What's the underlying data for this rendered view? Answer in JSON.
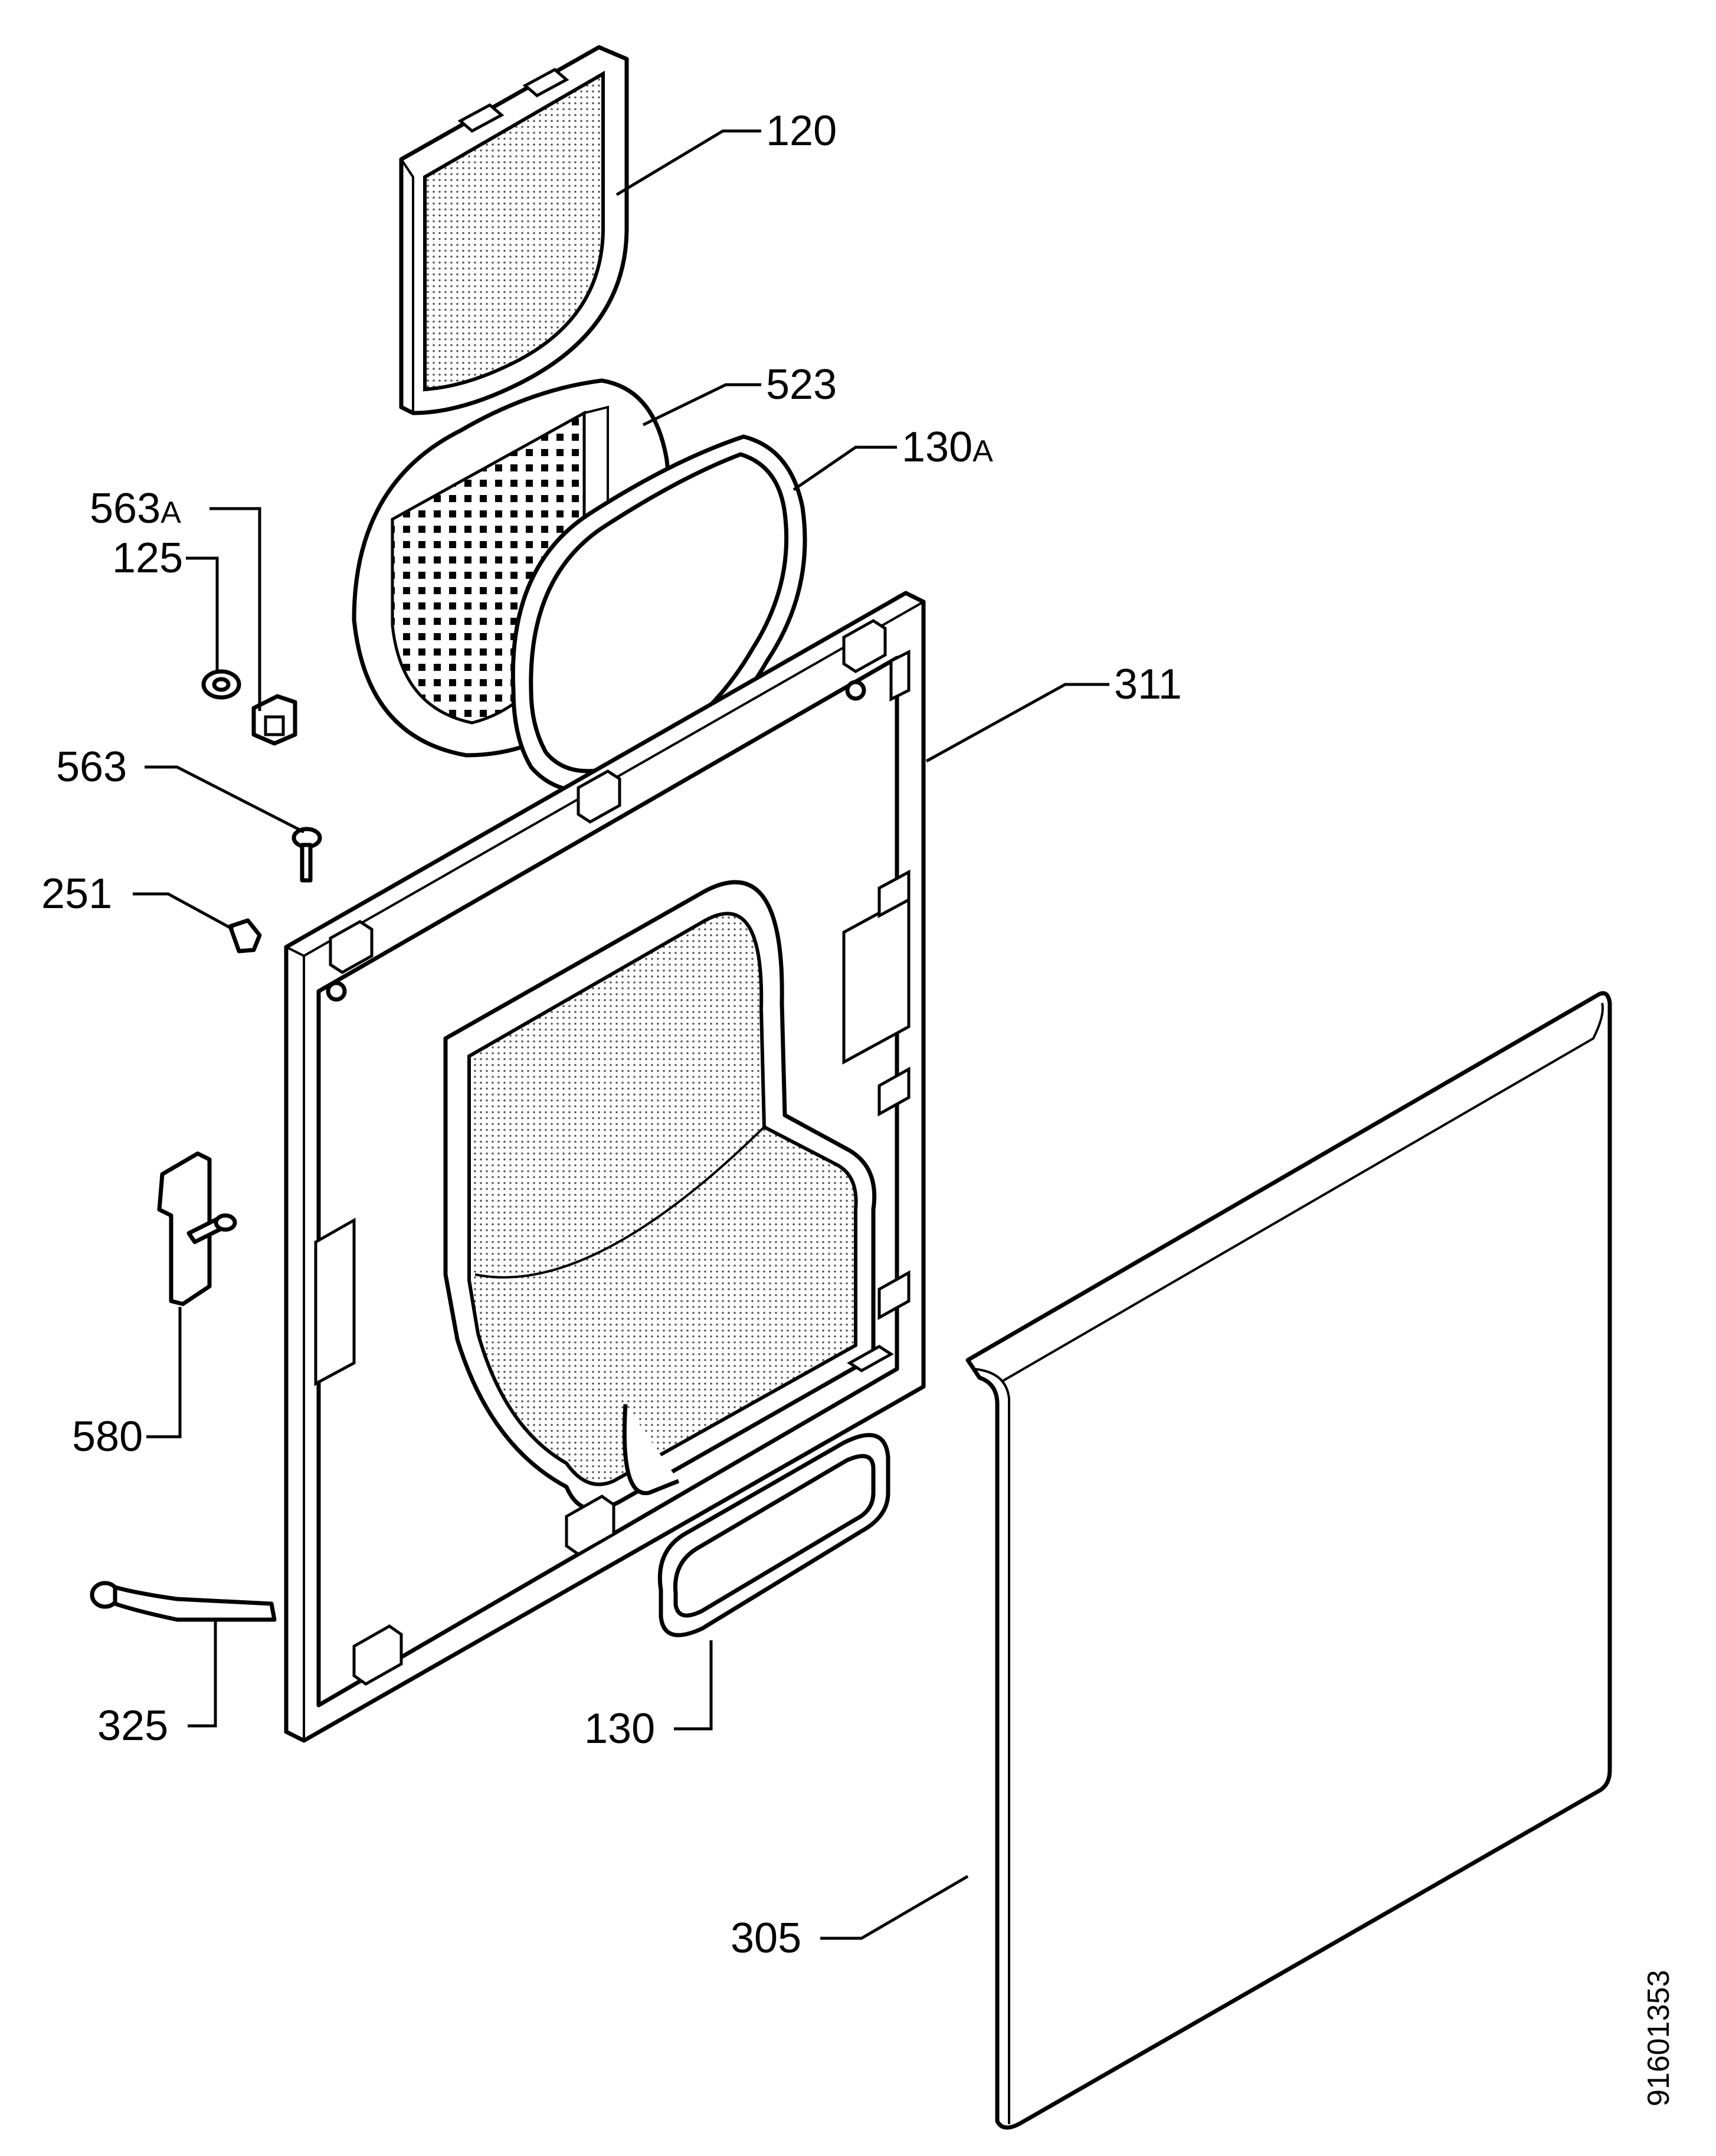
{
  "labels": {
    "p120": "120",
    "p523": "523",
    "p130a": "130",
    "p130a_suffix": "A",
    "p563a": "563",
    "p563a_suffix": "A",
    "p125": "125",
    "p311": "311",
    "p563": "563",
    "p251": "251",
    "p580": "580",
    "p325": "325",
    "p130": "130",
    "p305": "305",
    "drawing_number": "91601353"
  },
  "colors": {
    "ink": "#000000",
    "paper": "#ffffff"
  }
}
